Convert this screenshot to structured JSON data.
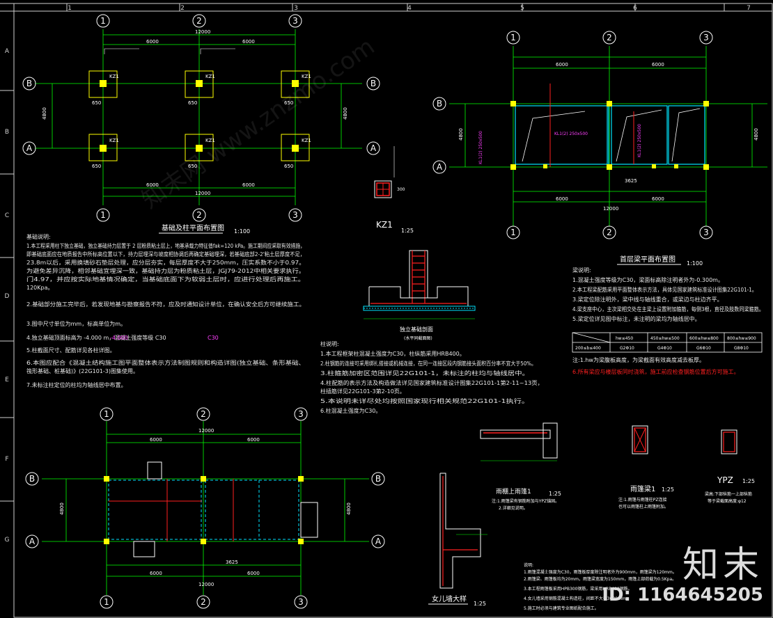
{
  "frame": {
    "col_numbers": [
      "1",
      "2",
      "3",
      "4",
      "5",
      "6",
      "7"
    ],
    "row_letters": [
      "A",
      "B",
      "C",
      "D",
      "E",
      "F",
      "G"
    ]
  },
  "plan1": {
    "title": "基础及柱平面布置图",
    "scale": "1:100",
    "dim_total": "12000",
    "dim_bay": "6000",
    "dim_depth": "4800",
    "dim_650": "650",
    "col_label": "KZ1",
    "axes_num": [
      "1",
      "2",
      "3"
    ],
    "axes_let": [
      "A",
      "B"
    ]
  },
  "kz1": {
    "title": "KZ1",
    "scale": "1:25",
    "size": "300"
  },
  "section": {
    "title": "独立基础剖面",
    "subtitle": "(水平同截面图)"
  },
  "plan2": {
    "title": "首层梁平面布置图",
    "scale": "1:100",
    "dim_total": "12000",
    "dim_bay": "6000",
    "dim_depth": "4800",
    "dim_3625": "3625",
    "beam1": "KL1(2) 250x500",
    "axes_num": [
      "1",
      "2",
      "3"
    ],
    "axes_let": [
      "A",
      "B"
    ]
  },
  "plan3": {
    "dim_total": "12000",
    "dim_bay": "6000",
    "dim_depth": "4800",
    "dim_3625": "3625",
    "axes_num": [
      "1",
      "2",
      "3"
    ],
    "axes_let": [
      "A",
      "B"
    ]
  },
  "details": {
    "d1_title": "雨棚上雨篷1",
    "d1_scale": "1:25",
    "d2_title": "雨篷梁1",
    "d2_scale": "1:25",
    "d3_title": "YPZ",
    "d3_scale": "1:25",
    "d4_title": "女儿墙大样",
    "d4_scale": "1:25",
    "d1_note1": "注:1.雨篷梁有钢筋附加与YPZ锚固。",
    "d1_note2": "2.详细见说明。",
    "d2_note1": "注:1.雨篷与雨篷柱PZ连接",
    "d2_note2": "也可以雨篷柱上雨篷附加。",
    "d3_note1": "梁高:下部纵筋一上部纵筋",
    "d3_note2": "等于梁截面高度:φ12"
  },
  "notes_left": {
    "heading": "基础说明:",
    "lines": [
      "1.本工程采用柱下独立基础，独立基础持力层置于 2 层粉质粘土层上，地基承载力特征值fak=120 kPa。施工期间应采取有效措施，",
      "即基础底面应在地质报告中所标高位置以下，持力层埋深与坡度相协调后再确定基础埋深，若基础底部2-2'粘土层厚度不足，",
      "23.8m以后，采用换填砂石垫层处理，应分层夯实，每层厚度不大于250mm，压实系数不小于0.97。",
      "为避免差异沉降，相邻基础宜埋深一致，基础持力层为粉质粘土层，JGJ79-2012中相关要求执行。",
      "门4.97，并应按实际地基情况确定，当基础底面下为软弱土层时，应进行处理后再施工。",
      "120Kpa。",
      "2.基础部分施工完毕后，若发现地基与勘察报告不符，应及时通知设计单位，在确认安全后方可继续施工。",
      "3.图中尺寸单位为mm，标高单位为m。",
      "4.独立基础顶面标高为 -4.000 m，混凝土强度等级 C30",
      "5.柱截面尺寸、配筋详见各柱详图。",
      "6.本图应配合《混凝土结构施工图平面整体表示方法制图规则和构造详图(独立基础、条形基础、",
      "筏形基础、桩基础)》(22G101-3)图集使用。",
      "7.未标注柱定位的柱均为轴线居中布置。"
    ],
    "val_elev": "-4.000",
    "val_conc": "C30"
  },
  "notes_mid": {
    "heading": "柱说明:",
    "lines": [
      "1.本工程框架柱混凝土强度为C30，柱纵筋采用HRB400。",
      "2.柱钢筋的连接可采用绑扎搭接或机械连接，在同一连接区段内钢筋接头面积百分率不宜大于50%。",
      "3.柱箍筋加密区范围详见22G101-1，未标注的柱均与轴线居中。",
      "4.柱配筋的表示方法及构造做法详见国家建筑标准设计图集22G101-1第2-11~13页，",
      "柱插筋详见22G101-3第2-10页。",
      "5.本说明未详尽处均按照国家现行相关规范22G101-1执行。",
      "6.柱混凝土强度为C30。"
    ]
  },
  "notes_right": {
    "heading": "梁说明:",
    "lines": [
      "1.混凝土强度等级为C30，梁面标高除注明者外为-0.300m。",
      "2.本工程梁配筋采用平面整体表示方法，具体见国家建筑标准设计图集22G101-1。",
      "3.梁定位除注明外，梁中线与轴线重合，或梁边与柱边齐平。",
      "4.梁支座中心，主次梁相交处在主梁上设置附加箍筋，每侧3根，直径及肢数同梁箍筋。",
      "5.梁定位详见图中标注，未注明的梁均为轴线居中。"
    ],
    "table_head": [
      "hw≤450",
      "450≤hw≤500",
      "600≤hw≤800",
      "800≤hw≤900"
    ],
    "table_row": [
      "200≤b≤400",
      "G2Φ10",
      "G4Φ10",
      "G6Φ10",
      "G8Φ10"
    ],
    "note_wh": "注:1.hw为梁腹板高度，为梁截面有效高度减去板厚。",
    "note_red": "6.所有梁应与楼层板同时浇筑，施工前应检查钢筋位置后方可施工。"
  },
  "notes_bottom": {
    "heading": "说明:",
    "lines": [
      "1.雨篷混凝土强度为C30，雨篷板厚度除注明者外为900mm，雨篷梁为120mm。",
      "2.雨篷梁、雨篷板均为20mm，雨篷梁宽度为150mm，雨篷上部荷载为0.5Kpa。",
      "3.本工程雨篷板采用HPB300钢筋，梁采用HRB400钢筋。",
      "4.女儿墙采用钢筋混凝土构造柱，间距不大于3000mm。",
      "5.施工时必须与建筑专业图纸配合施工。"
    ]
  },
  "brand": {
    "logo": "知末",
    "id": "ID: 1164645205"
  },
  "watermark": [
    "知末网 www.znzmo.com"
  ],
  "colors": {
    "axis": "#00ff00",
    "dim": "#00ff00",
    "column": "#ffff00",
    "beam": "#00e5ff",
    "rebar": "#ff2020",
    "label_magenta": "#ff40ff",
    "text": "#ffffff",
    "red_note": "#ff2020",
    "frame": "#ffffff"
  }
}
